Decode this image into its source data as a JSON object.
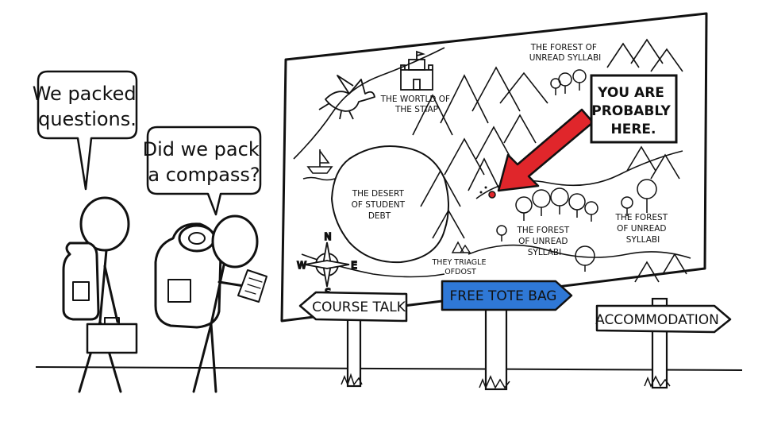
{
  "bubbles": {
    "left": [
      "We packed",
      "questions."
    ],
    "right": [
      "Did we pack",
      "a compass?"
    ]
  },
  "map": {
    "you_are_here": [
      "YOU ARE",
      "PROBABLY",
      "HERE."
    ],
    "label_castle": [
      "THE WORTLD OF",
      "THE STIAP"
    ],
    "label_forest_top": [
      "THE FOREST OF",
      "UNREAD SYLLABI"
    ],
    "label_desert": [
      "THE DESERT",
      "OF STUDENT",
      "DEBT"
    ],
    "label_forest_mid": [
      "THE FOREST",
      "OF UNREAD",
      "SYLLABI"
    ],
    "label_forest_right": [
      "THE FOREST",
      "OF UNREAD",
      "SYLLABI"
    ],
    "label_tangle": [
      "THEY TRIAGLE",
      "OFDOST"
    ],
    "compass": {
      "n": "N",
      "s": "S",
      "e": "E",
      "w": "W"
    }
  },
  "signs": {
    "course_talk": "COURSE TALK",
    "free_tote_bag": "FREE TOTE BAG",
    "accommodation": "ACCOMMODATION"
  },
  "colors": {
    "ink": "#111111",
    "arrow_red": "#e0262b",
    "sign_blue": "#2f78d6"
  },
  "icons": [
    "dragon-icon",
    "castle-icon",
    "boat-icon",
    "compass-rose-icon",
    "mountain-icon",
    "tree-icon"
  ]
}
